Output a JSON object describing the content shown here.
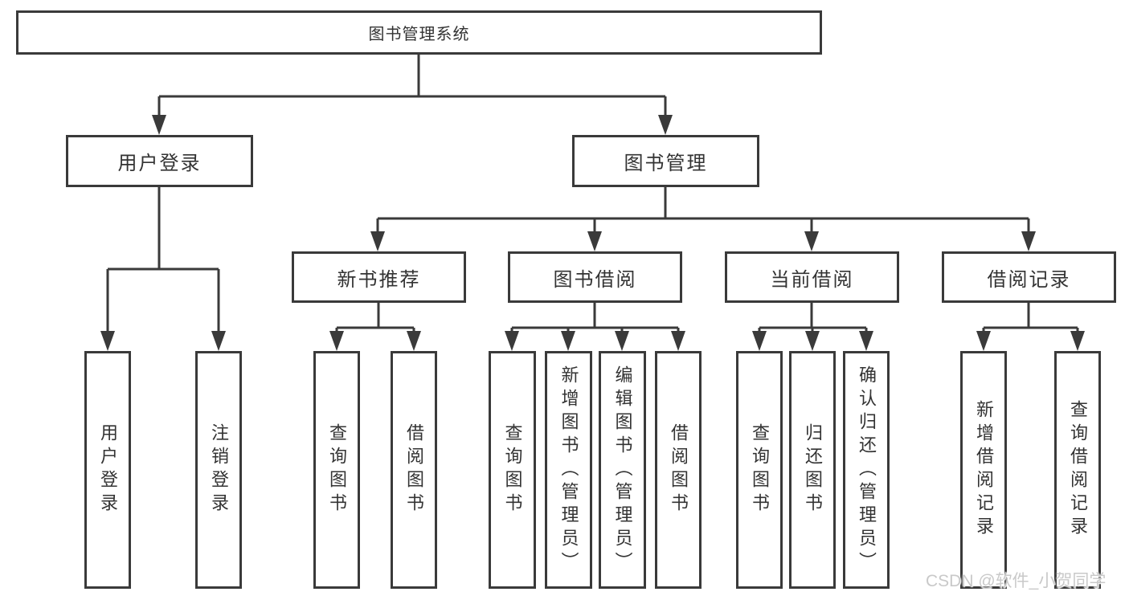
{
  "nodes": {
    "root": {
      "label": "图书管理系统"
    },
    "level2": [
      {
        "label": "用户登录"
      },
      {
        "label": "图书管理"
      }
    ],
    "level3": [
      {
        "label": "新书推荐"
      },
      {
        "label": "图书借阅"
      },
      {
        "label": "当前借阅"
      },
      {
        "label": "借阅记录"
      }
    ],
    "leaves": [
      {
        "label": "用户登录"
      },
      {
        "label": "注销登录"
      },
      {
        "label": "查询图书"
      },
      {
        "label": "借阅图书"
      },
      {
        "label": "查询图书"
      },
      {
        "label": "新增图书（管理员）"
      },
      {
        "label": "编辑图书（管理员）"
      },
      {
        "label": "借阅图书"
      },
      {
        "label": "查询图书"
      },
      {
        "label": "归还图书"
      },
      {
        "label": "确认归还（管理员）"
      },
      {
        "label": "新增借阅记录"
      },
      {
        "label": "查询借阅记录"
      }
    ]
  },
  "watermark": {
    "text": "CSDN @软件_小贺同学"
  },
  "colors": {
    "line": "#3a3a3a",
    "text": "#333333",
    "box_background": "#ffffff",
    "page_background": "#ffffff",
    "watermark_text": "#c9c9c9"
  }
}
